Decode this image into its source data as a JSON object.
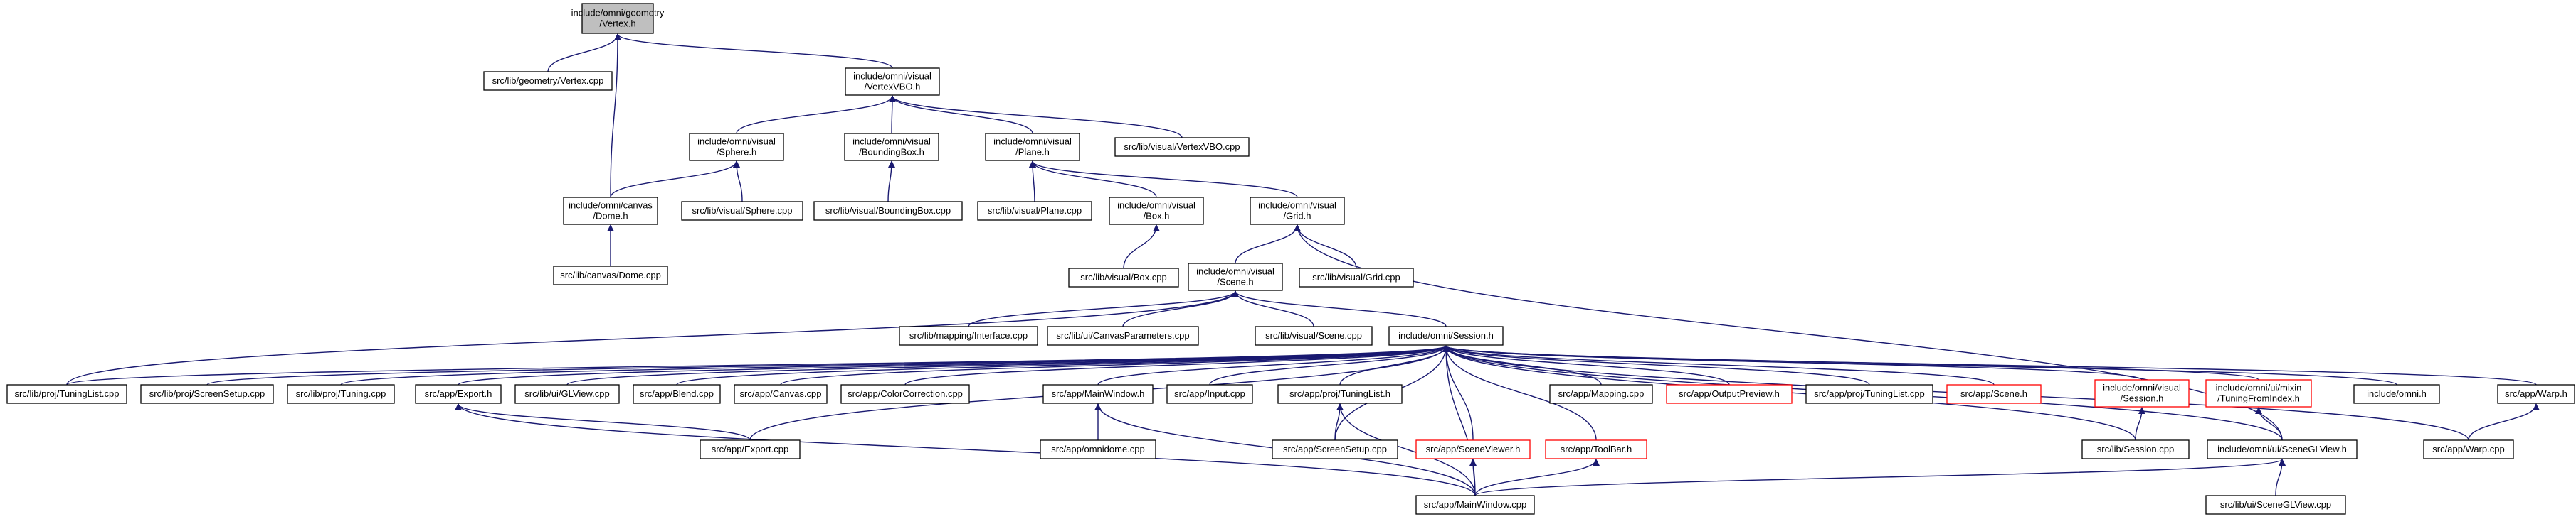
{
  "graph": {
    "edge_color": "#191970",
    "root_fill": "#bfbfbf",
    "truncated_border_color": "#ff0000",
    "nodes": [
      {
        "id": "vertex_h",
        "lines": [
          "include/omni/geometry",
          "/Vertex.h"
        ],
        "style": "root"
      },
      {
        "id": "vertex_cpp",
        "lines": [
          "src/lib/geometry/Vertex.cpp"
        ]
      },
      {
        "id": "vertexvbo_h",
        "lines": [
          "include/omni/visual",
          "/VertexVBO.h"
        ]
      },
      {
        "id": "sphere_h",
        "lines": [
          "include/omni/visual",
          "/Sphere.h"
        ]
      },
      {
        "id": "boundingbox_h",
        "lines": [
          "include/omni/visual",
          "/BoundingBox.h"
        ]
      },
      {
        "id": "plane_h",
        "lines": [
          "include/omni/visual",
          "/Plane.h"
        ]
      },
      {
        "id": "vertexvbo_cpp",
        "lines": [
          "src/lib/visual/VertexVBO.cpp"
        ]
      },
      {
        "id": "dome_h",
        "lines": [
          "include/omni/canvas",
          "/Dome.h"
        ]
      },
      {
        "id": "sphere_cpp",
        "lines": [
          "src/lib/visual/Sphere.cpp"
        ]
      },
      {
        "id": "boundingbox_cpp",
        "lines": [
          "src/lib/visual/BoundingBox.cpp"
        ]
      },
      {
        "id": "plane_cpp",
        "lines": [
          "src/lib/visual/Plane.cpp"
        ]
      },
      {
        "id": "box_h",
        "lines": [
          "include/omni/visual",
          "/Box.h"
        ]
      },
      {
        "id": "grid_h",
        "lines": [
          "include/omni/visual",
          "/Grid.h"
        ]
      },
      {
        "id": "dome_cpp",
        "lines": [
          "src/lib/canvas/Dome.cpp"
        ]
      },
      {
        "id": "box_cpp",
        "lines": [
          "src/lib/visual/Box.cpp"
        ]
      },
      {
        "id": "scene_h",
        "lines": [
          "include/omni/visual",
          "/Scene.h"
        ]
      },
      {
        "id": "grid_cpp",
        "lines": [
          "src/lib/visual/Grid.cpp"
        ]
      },
      {
        "id": "interface_cpp",
        "lines": [
          "src/lib/mapping/Interface.cpp"
        ]
      },
      {
        "id": "canvasparams_cpp",
        "lines": [
          "src/lib/ui/CanvasParameters.cpp"
        ]
      },
      {
        "id": "scene_cpp",
        "lines": [
          "src/lib/visual/Scene.cpp"
        ]
      },
      {
        "id": "session_h",
        "lines": [
          "include/omni/Session.h"
        ]
      },
      {
        "id": "proj_tuninglist_cpp",
        "lines": [
          "src/lib/proj/TuningList.cpp"
        ]
      },
      {
        "id": "screensetup_lib_cpp",
        "lines": [
          "src/lib/proj/ScreenSetup.cpp"
        ]
      },
      {
        "id": "tuning_cpp",
        "lines": [
          "src/lib/proj/Tuning.cpp"
        ]
      },
      {
        "id": "export_h",
        "lines": [
          "src/app/Export.h"
        ]
      },
      {
        "id": "glview_cpp",
        "lines": [
          "src/lib/ui/GLView.cpp"
        ]
      },
      {
        "id": "blend_cpp",
        "lines": [
          "src/app/Blend.cpp"
        ]
      },
      {
        "id": "canvas_cpp",
        "lines": [
          "src/app/Canvas.cpp"
        ]
      },
      {
        "id": "colorcorr_cpp",
        "lines": [
          "src/app/ColorCorrection.cpp"
        ]
      },
      {
        "id": "mainwindow_h",
        "lines": [
          "src/app/MainWindow.h"
        ]
      },
      {
        "id": "input_cpp",
        "lines": [
          "src/app/Input.cpp"
        ]
      },
      {
        "id": "app_tuninglist_h",
        "lines": [
          "src/app/proj/TuningList.h"
        ]
      },
      {
        "id": "mapping_cpp",
        "lines": [
          "src/app/Mapping.cpp"
        ]
      },
      {
        "id": "outputpreview_h",
        "lines": [
          "src/app/OutputPreview.h"
        ],
        "style": "red"
      },
      {
        "id": "app_tuninglist_cpp",
        "lines": [
          "src/app/proj/TuningList.cpp"
        ]
      },
      {
        "id": "app_scene_h",
        "lines": [
          "src/app/Scene.h"
        ],
        "style": "red"
      },
      {
        "id": "ui_session_h",
        "lines": [
          "include/omni/visual",
          "/Session.h"
        ],
        "style": "red"
      },
      {
        "id": "tuningfromindex_h",
        "lines": [
          "include/omni/ui/mixin",
          "/TuningFromIndex.h"
        ],
        "style": "red"
      },
      {
        "id": "omni_h",
        "lines": [
          "include/omni.h"
        ]
      },
      {
        "id": "warp_h",
        "lines": [
          "src/app/Warp.h"
        ]
      },
      {
        "id": "export_cpp",
        "lines": [
          "src/app/Export.cpp"
        ]
      },
      {
        "id": "omnidome_cpp",
        "lines": [
          "src/app/omnidome.cpp"
        ]
      },
      {
        "id": "screensetup_app_cpp",
        "lines": [
          "src/app/ScreenSetup.cpp"
        ]
      },
      {
        "id": "sceneviewer_h",
        "lines": [
          "src/app/SceneViewer.h"
        ],
        "style": "red"
      },
      {
        "id": "toolbar_h",
        "lines": [
          "src/app/ToolBar.h"
        ],
        "style": "red"
      },
      {
        "id": "session_cpp",
        "lines": [
          "src/lib/Session.cpp"
        ]
      },
      {
        "id": "sceneglview_h",
        "lines": [
          "include/omni/ui/SceneGLView.h"
        ]
      },
      {
        "id": "warp_cpp",
        "lines": [
          "src/app/Warp.cpp"
        ]
      },
      {
        "id": "mainwindow_cpp",
        "lines": [
          "src/app/MainWindow.cpp"
        ]
      },
      {
        "id": "sceneglview_cpp",
        "lines": [
          "src/lib/ui/SceneGLView.cpp"
        ]
      }
    ]
  }
}
